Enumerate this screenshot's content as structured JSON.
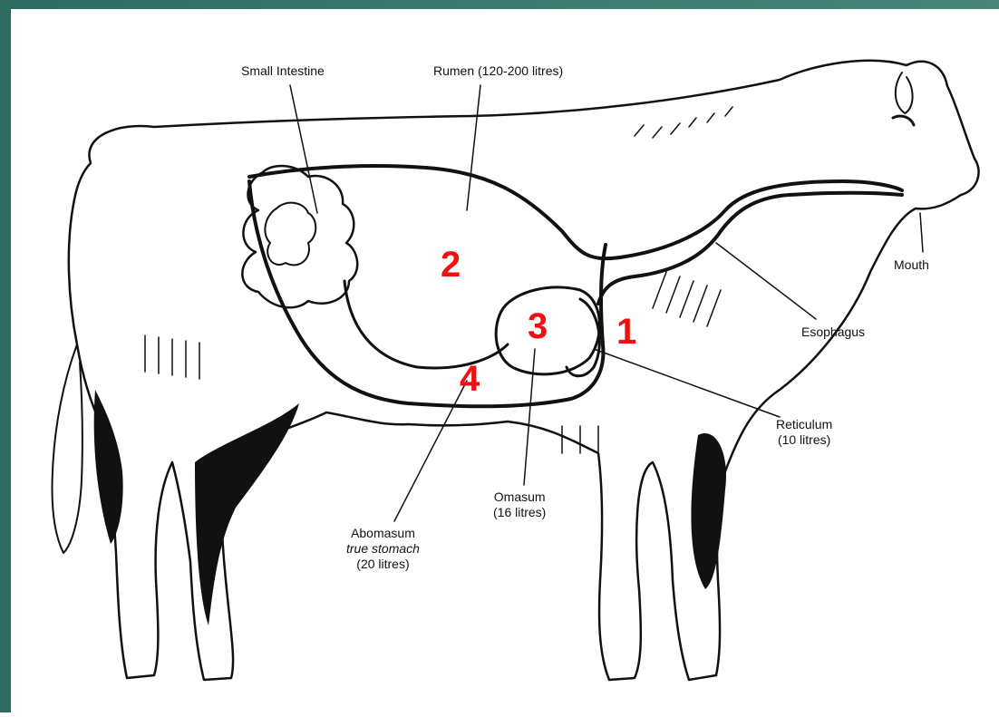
{
  "labels": {
    "small_intestine": "Small Intestine",
    "rumen": "Rumen (120-200 litres)",
    "mouth": "Mouth",
    "esophagus": "Esophagus",
    "reticulum": "Reticulum",
    "reticulum_volume": "(10 litres)",
    "omasum": "Omasum",
    "omasum_volume": "(16 litres)",
    "abomasum": "Abomasum",
    "abomasum_note": "true stomach",
    "abomasum_volume": "(20 litres)"
  },
  "markers": {
    "reticulum": "1",
    "rumen": "2",
    "omasum": "3",
    "abomasum": "4"
  },
  "colors": {
    "marker": "#ee1111",
    "frame": "#2f6b62",
    "ink": "#111111"
  }
}
